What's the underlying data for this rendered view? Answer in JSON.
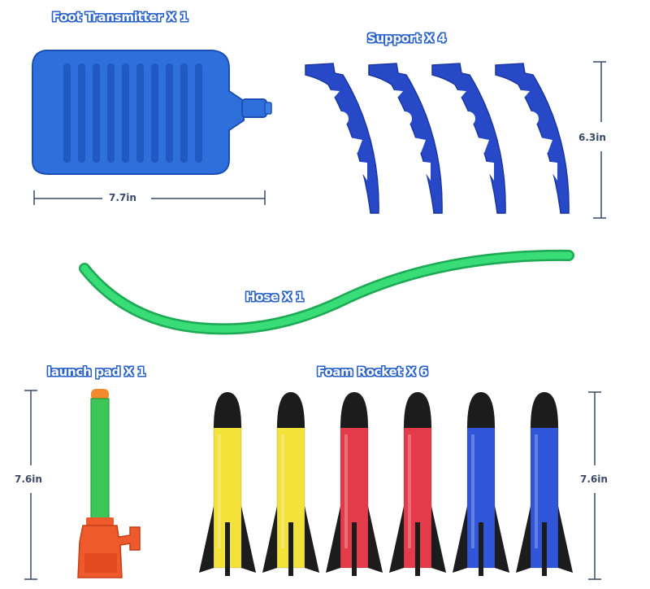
{
  "labels": {
    "foot_transmitter": "Foot Transmitter X 1",
    "support": "Support X 4",
    "hose": "Hose X 1",
    "launch_pad": "launch pad X 1",
    "foam_rocket": "Foam Rocket X 6"
  },
  "dimensions": {
    "transmitter_width": "7.7in",
    "support_height": "6.3in",
    "launch_pad_height": "7.6in",
    "rocket_height": "7.6in"
  },
  "colors": {
    "label_outline": "#2b63c9",
    "transmitter_blue": "#2f6fdc",
    "support_blue": "#2749c8",
    "hose_green": "#2bd46a",
    "rocket_yellow": "#f2e23a",
    "rocket_red": "#e33b4a",
    "rocket_blue": "#2f56d8",
    "rocket_black": "#1c1c1c",
    "pad_orange": "#ef5a2c"
  },
  "rockets": [
    "yellow",
    "yellow",
    "red",
    "red",
    "blue",
    "blue"
  ]
}
